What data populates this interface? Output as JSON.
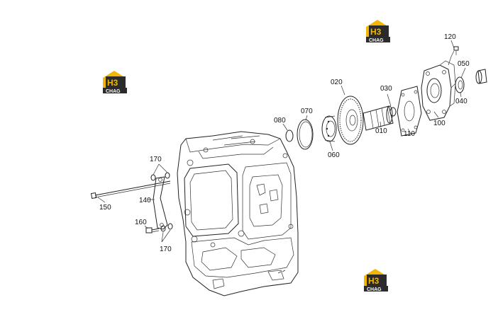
{
  "watermark": {
    "mark": "H3",
    "word": "CHAG",
    "colors": {
      "yellow": "#f2b705",
      "dark": "#2b2b2b",
      "white": "#ffffff"
    }
  },
  "callouts": {
    "p010": "010",
    "p020": "020",
    "p030": "030",
    "p040": "040",
    "p050": "050",
    "p060": "060",
    "p070": "070",
    "p080": "080",
    "p100": "100",
    "p110": "110",
    "p120": "120",
    "p140": "140",
    "p150": "150",
    "p160": "160",
    "p170a": "170",
    "p170b": "170"
  }
}
